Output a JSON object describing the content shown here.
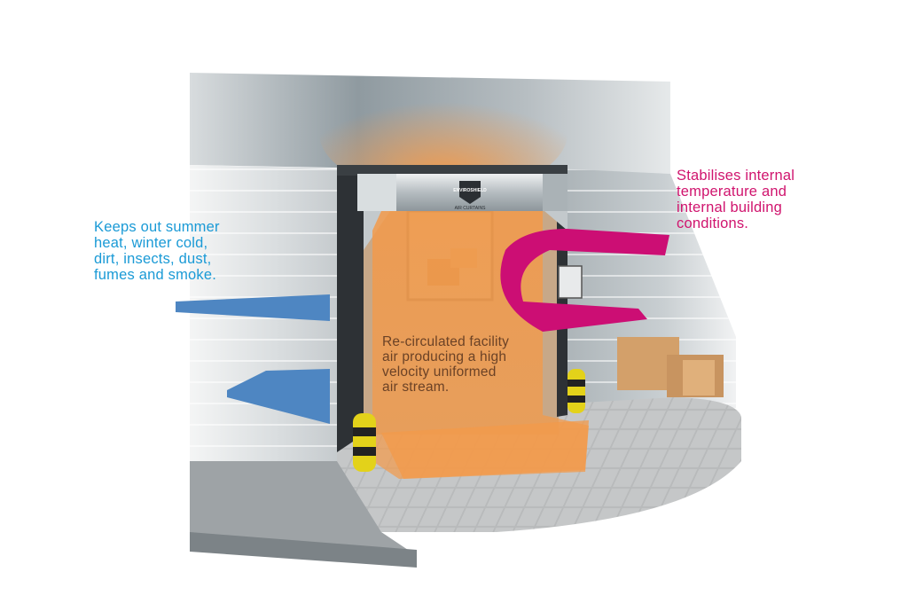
{
  "annotations": {
    "left": {
      "lines": [
        "Keeps out summer",
        "heat, winter cold,",
        "dirt, insects, dust,",
        "fumes and smoke."
      ],
      "color": "#1a9ad6"
    },
    "right": {
      "lines": [
        "Stabilises internal",
        "temperature and",
        "internal building",
        "conditions."
      ],
      "color": "#d0146e"
    },
    "center": {
      "lines": [
        "Re-circulated facility",
        "air producing a high",
        "velocity uniformed",
        "air stream."
      ],
      "color": "#6b4226"
    }
  },
  "device": {
    "logo_text": "ENVIROSHIELD",
    "caption": "AIR CURTAINS"
  },
  "colors": {
    "airflow": "#f39a4a",
    "inside_air": "#cc0e74",
    "outside_air": "#4e86c2",
    "bollard": "#e3d21a",
    "wall": "#c9ced1"
  }
}
